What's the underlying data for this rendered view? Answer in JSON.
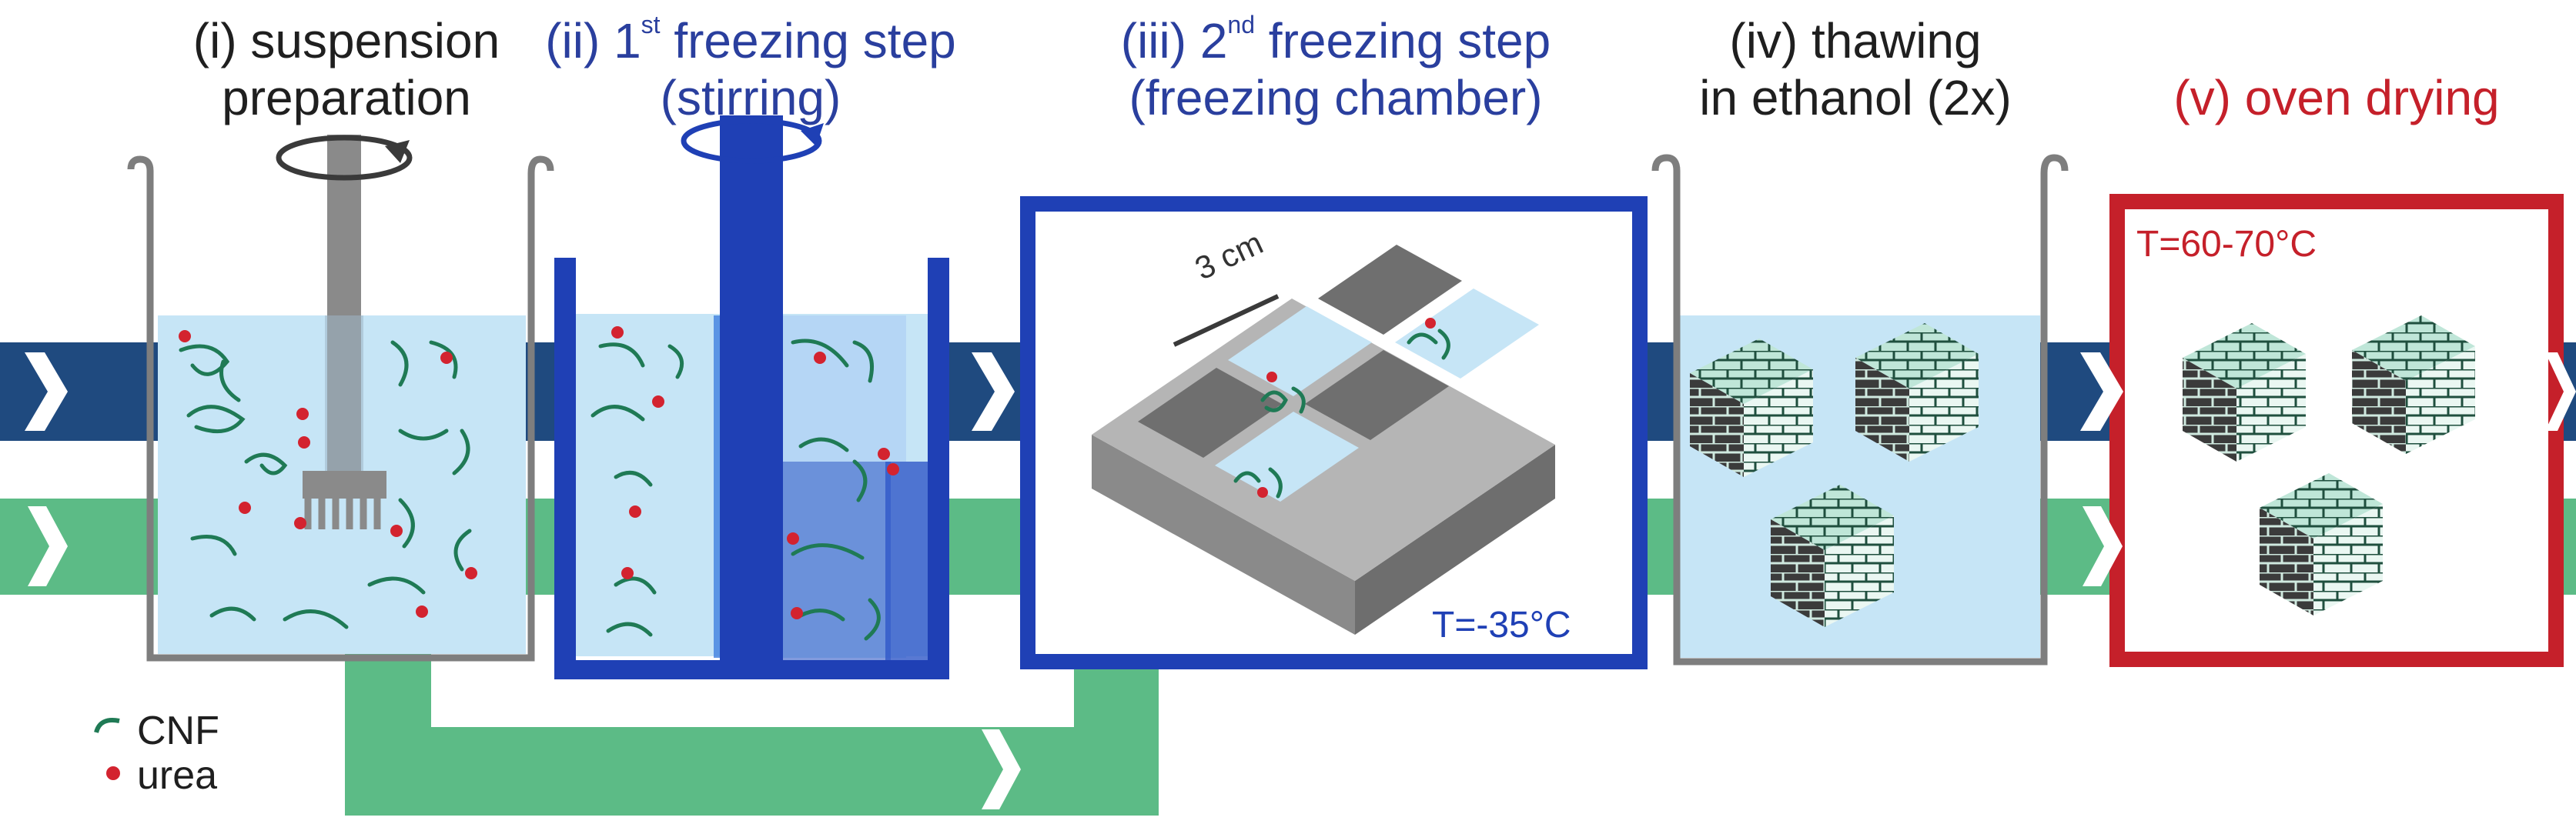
{
  "steps": [
    {
      "roman": "(i)",
      "line1": "suspension",
      "line2": "preparation",
      "color": "#1f1f1f"
    },
    {
      "roman": "(ii)",
      "num": "1",
      "sup": "st",
      "line1": "freezing step",
      "line2": "(stirring)",
      "color": "#2a3f9e"
    },
    {
      "roman": "(iii)",
      "num": "2",
      "sup": "nd",
      "line1": "freezing step",
      "line2": "(freezing chamber)",
      "color": "#2a3f9e"
    },
    {
      "roman": "(iv)",
      "line1": "thawing",
      "line2": "in ethanol (2x)",
      "color": "#1f1f1f"
    },
    {
      "roman": "(v)",
      "line1": "oven drying",
      "color": "#c5202a"
    }
  ],
  "annotations": {
    "scale_bar": "3 cm",
    "freezing_temp": "T=-35°C",
    "drying_temp": "T=60-70°C"
  },
  "legend": {
    "cnf": "CNF",
    "urea": "urea"
  },
  "colors": {
    "blue_arrow": "#1f4a7f",
    "green_arrow": "#5cbb86",
    "liquid": "#c6e5f6",
    "freeze_blue": "#1f40b5",
    "dry_red": "#c5202a",
    "fiber": "#1f7a55",
    "urea_dot": "#d3232f",
    "mold_gray": "#a0a0a0"
  }
}
